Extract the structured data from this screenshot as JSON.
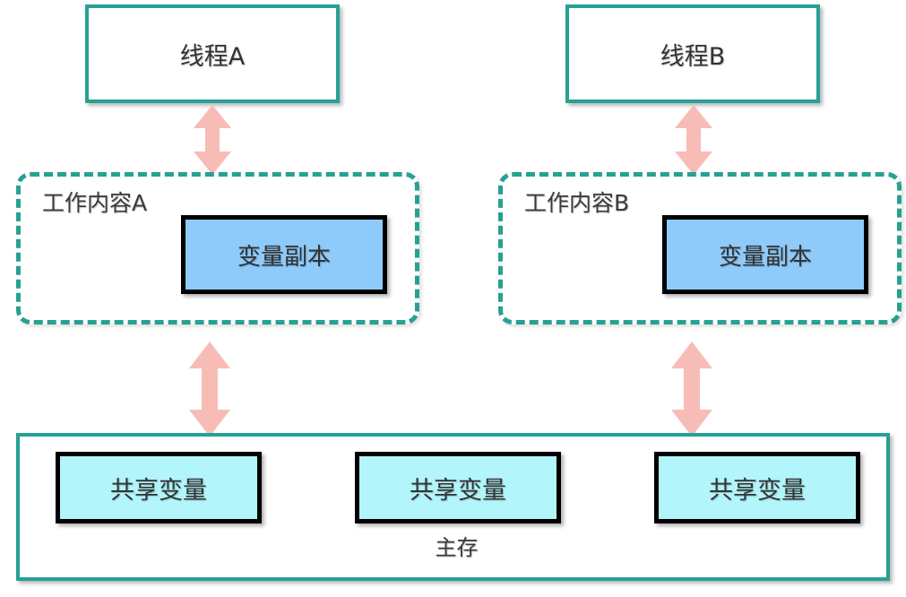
{
  "diagram": {
    "title": "Java Memory Model (JMM) thread working memory diagram",
    "colors": {
      "teal_border": "#26a193",
      "arrow_pink": "#f8bcb7",
      "variable_copy_fill": "#8ecbfa",
      "shared_variable_fill": "#b2f5fb",
      "box_border_black": "#000000",
      "text": "#333333",
      "background": "#ffffff"
    },
    "threads": [
      {
        "id": "thread-a",
        "label": "线程A"
      },
      {
        "id": "thread-b",
        "label": "线程B"
      }
    ],
    "working_memories": [
      {
        "id": "work-a",
        "label": "工作内容A",
        "variable_copy": "变量副本"
      },
      {
        "id": "work-b",
        "label": "工作内容B",
        "variable_copy": "变量副本"
      }
    ],
    "main_memory": {
      "label": "主存",
      "shared_variables": [
        {
          "id": "shared-var-1",
          "label": "共享变量"
        },
        {
          "id": "shared-var-2",
          "label": "共享变量"
        },
        {
          "id": "shared-var-3",
          "label": "共享变量"
        }
      ]
    },
    "arrows": [
      {
        "id": "arrow-thread-a-work-a",
        "direction": "bidirectional",
        "from": "线程A",
        "to": "工作内容A"
      },
      {
        "id": "arrow-thread-b-work-b",
        "direction": "bidirectional",
        "from": "线程B",
        "to": "工作内容B"
      },
      {
        "id": "arrow-work-a-main-memory",
        "direction": "bidirectional",
        "from": "工作内容A",
        "to": "主存"
      },
      {
        "id": "arrow-work-b-main-memory",
        "direction": "bidirectional",
        "from": "工作内容B",
        "to": "主存"
      }
    ]
  }
}
